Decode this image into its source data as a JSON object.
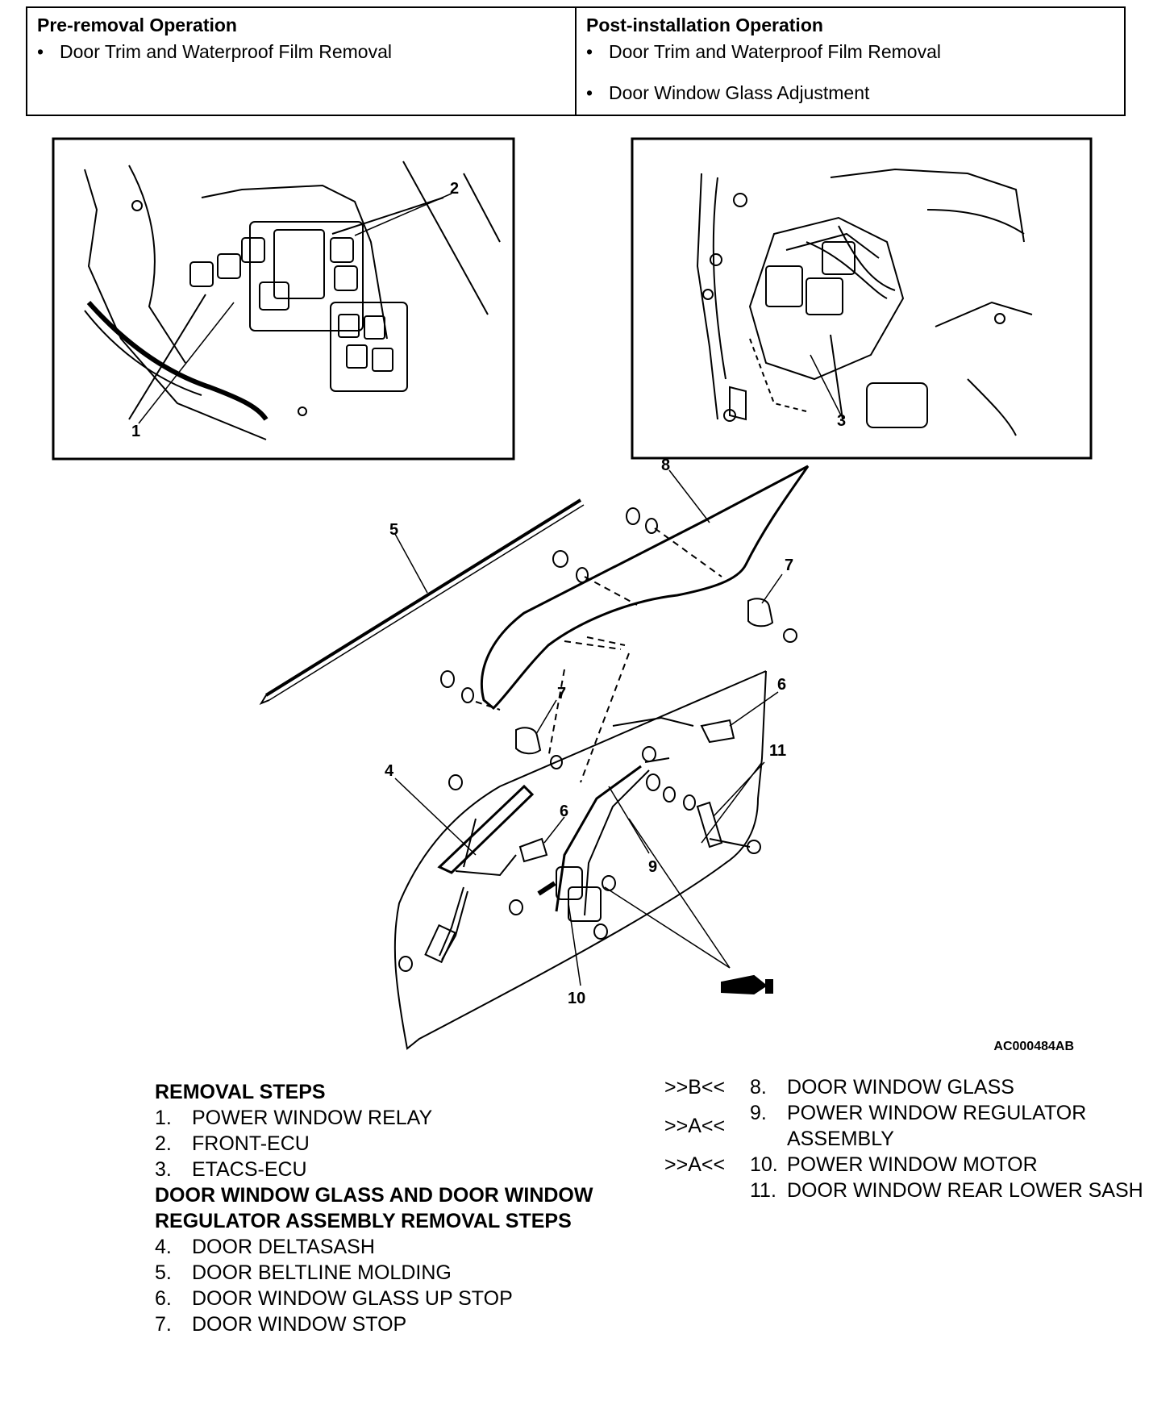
{
  "operations": {
    "pre_removal": {
      "heading": "Pre-removal Operation",
      "items": [
        "Door Trim and Waterproof Film Removal"
      ]
    },
    "post_installation": {
      "heading": "Post-installation Operation",
      "items": [
        "Door Trim and Waterproof Film Removal",
        "Door Window Glass Adjustment"
      ]
    }
  },
  "figure": {
    "id": "AC000484AB",
    "callouts": [
      "1",
      "2",
      "3",
      "4",
      "5",
      "6",
      "6",
      "7",
      "7",
      "8",
      "9",
      "10",
      "11"
    ]
  },
  "removal_steps": {
    "heading": "REMOVAL STEPS",
    "steps": [
      {
        "num": "1.",
        "text": "POWER WINDOW RELAY"
      },
      {
        "num": "2.",
        "text": "FRONT-ECU"
      },
      {
        "num": "3.",
        "text": "ETACS-ECU"
      }
    ],
    "heading2": "DOOR WINDOW GLASS AND DOOR WINDOW REGULATOR ASSEMBLY REMOVAL STEPS",
    "steps2": [
      {
        "num": "4.",
        "text": "DOOR DELTASASH"
      },
      {
        "num": "5.",
        "text": "DOOR BELTLINE MOLDING"
      },
      {
        "num": "6.",
        "text": "DOOR WINDOW GLASS UP STOP"
      },
      {
        "num": "7.",
        "text": "DOOR WINDOW STOP"
      }
    ],
    "steps_right": [
      {
        "mark": ">>B<<",
        "num": "8.",
        "text": "DOOR WINDOW GLASS"
      },
      {
        "mark": ">>A<<",
        "num": "9.",
        "text": "POWER WINDOW REGULATOR ASSEMBLY"
      },
      {
        "mark": ">>A<<",
        "num": "10.",
        "text": "POWER WINDOW MOTOR"
      },
      {
        "mark": "",
        "num": "11.",
        "text": "DOOR WINDOW REAR LOWER SASH"
      }
    ]
  }
}
